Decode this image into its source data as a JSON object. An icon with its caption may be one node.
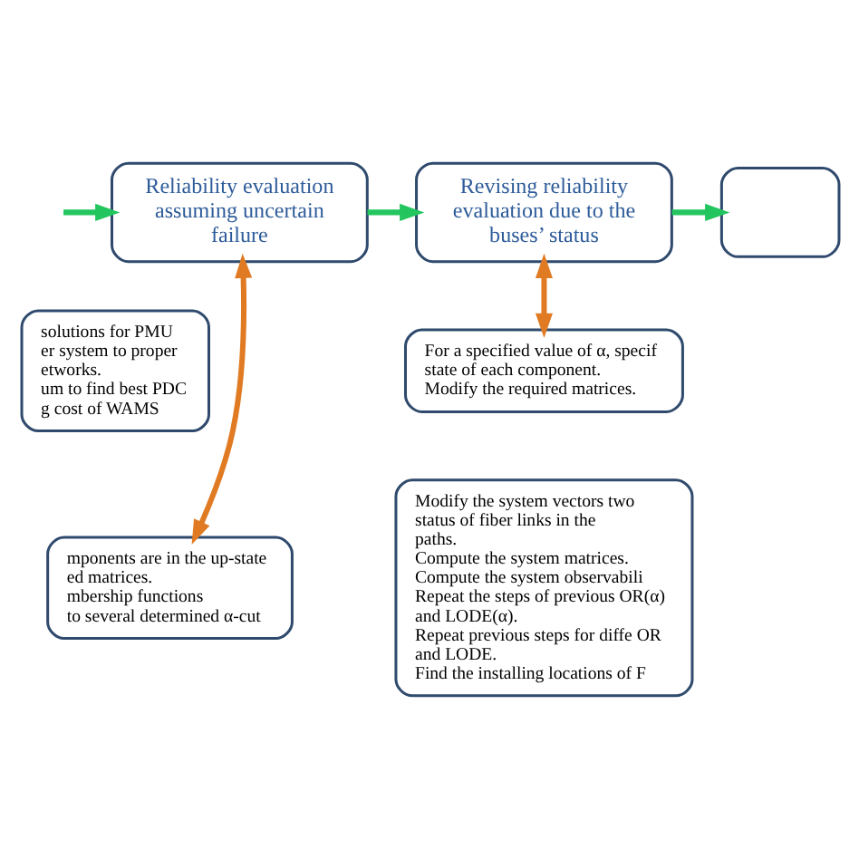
{
  "diagram": {
    "nodes": [
      {
        "text": [
          "Reliability evaluation assuming uncertain failure"
        ]
      },
      {
        "text": [
          "Revising reliability evaluation due to the buses’ status"
        ]
      },
      {
        "text": [],
        "shape": "box"
      },
      {
        "text": [
          "solutions for PMU",
          "er system to proper",
          "etworks.",
          "um to find best PDC",
          "g cost of WAMS"
        ]
      },
      {
        "text": [
          "For a specified value of α, specif state of each component.",
          "Modify the required matrices."
        ]
      },
      {
        "text": [
          "mponents are in the up-state",
          "ed matrices.",
          "mbership functions",
          "to several determined α-cut"
        ]
      },
      {
        "text": [
          "Modify the system vectors two status of fiber links in the paths.",
          "Compute the system matrices.",
          "Compute the system observabili",
          "Repeat the steps of previous OR(α) and LODE(α).",
          "Repeat previous steps for diffe OR and LODE.",
          "Find the installing locations of F"
        ]
      }
    ],
    "edges": [
      {
        "from": null,
        "to": 0,
        "arrow": "to",
        "color": "#22c55e"
      },
      {
        "from": 0,
        "to": 1,
        "arrow": "to",
        "color": "#22c55e"
      },
      {
        "from": 1,
        "to": 2,
        "arrow": "to",
        "color": "#22c55e"
      },
      {
        "from": 0,
        "to": 5,
        "arrow": "both",
        "color": "#e07b24"
      },
      {
        "from": 1,
        "to": 4,
        "arrow": "both",
        "color": "#e07b24"
      }
    ]
  }
}
